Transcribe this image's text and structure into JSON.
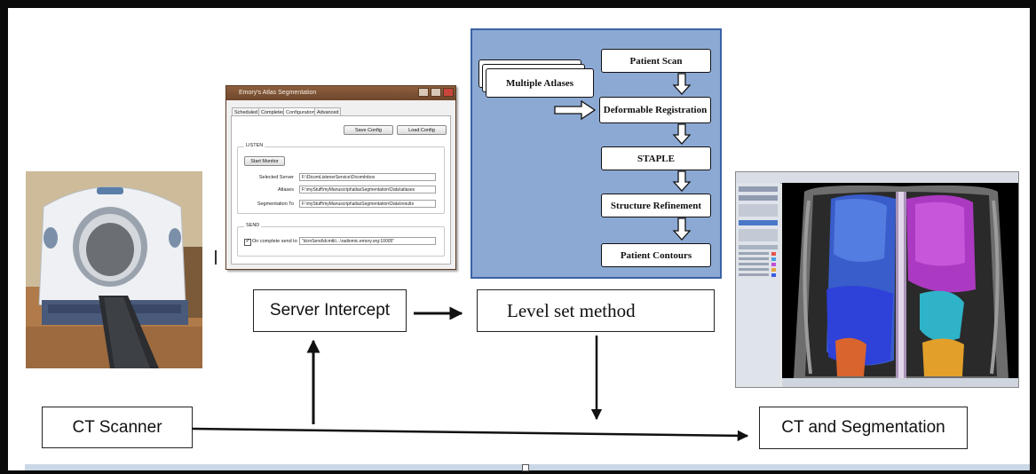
{
  "nodes": {
    "ct_scanner": "CT Scanner",
    "server_intercept": "Server Intercept",
    "level_set": "Level set method",
    "ct_segmentation": "CT and Segmentation"
  },
  "software_window": {
    "title": "Emory's Atlas Segmentation",
    "tabs": [
      "Scheduled",
      "Completed",
      "Configuration",
      "Advanced"
    ],
    "save_config": "Save Config",
    "load_config": "Load Config",
    "listen_group": "LISTEN",
    "start_monitor": "Start Monitor",
    "fields": [
      {
        "label": "Selected Server",
        "value": "F:\\DicomListenerService\\DicomInbox"
      },
      {
        "label": "Atlases",
        "value": "F:\\myStuff\\myManuscript\\atlasSegmentation\\Data\\atlases"
      },
      {
        "label": "Segmentation To",
        "value": "F:\\myStuff\\myManuscript\\atlasSegmentation\\Data\\results"
      }
    ],
    "send_group": "SEND",
    "send_checkbox_label": "On complete send to",
    "send_value": "\"dcmSend\\dcmtk\\...\\radiomic.emory.org:10005\""
  },
  "flowchart": {
    "atlases": "Multiple Atlases",
    "steps": [
      "Patient Scan",
      "Deformable Registration",
      "STAPLE",
      "Structure Refinement",
      "Patient Contours"
    ]
  },
  "colors": {
    "flowchart_bg": "#8ca9d4",
    "flowchart_border": "#3a63a6",
    "window_title": "#7a4f32",
    "frame": "#0a0a0a"
  }
}
